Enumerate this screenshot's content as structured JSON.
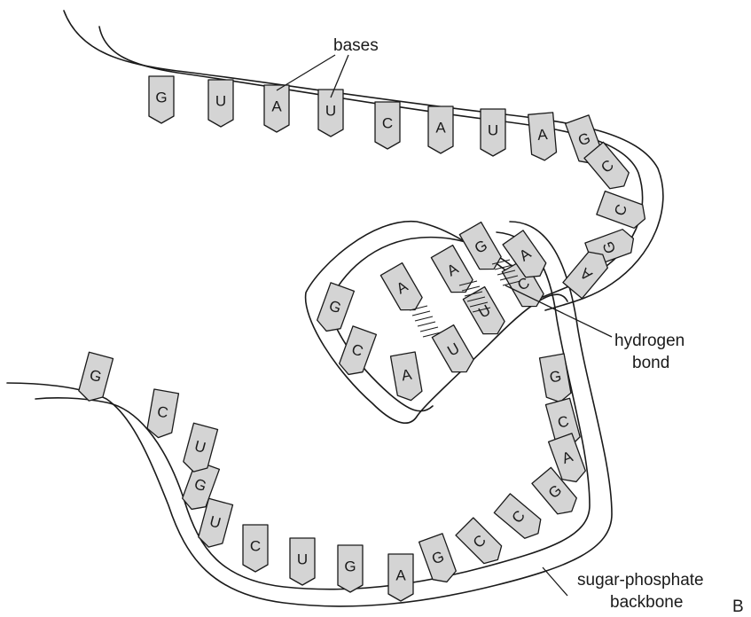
{
  "labels": {
    "bases": "bases",
    "hydrogen_line1": "hydrogen",
    "hydrogen_line2": "bond",
    "backbone_line1": "sugar-phosphate",
    "backbone_line2": "backbone",
    "figure_letter": "B"
  },
  "bases": [
    "G",
    "U",
    "A",
    "U",
    "C",
    "A",
    "U",
    "A",
    "G",
    "C",
    "C",
    "G",
    "A",
    "G",
    "A",
    "A",
    "G",
    "C",
    "A",
    "U",
    "U",
    "C",
    "A",
    "G",
    "C",
    "A",
    "G",
    "C",
    "C",
    "G",
    "A",
    "G",
    "U",
    "C",
    "U",
    "G"
  ],
  "colors": {
    "base_fill": "#d4d4d4",
    "stroke": "#1a1a1a",
    "background": "#ffffff"
  }
}
